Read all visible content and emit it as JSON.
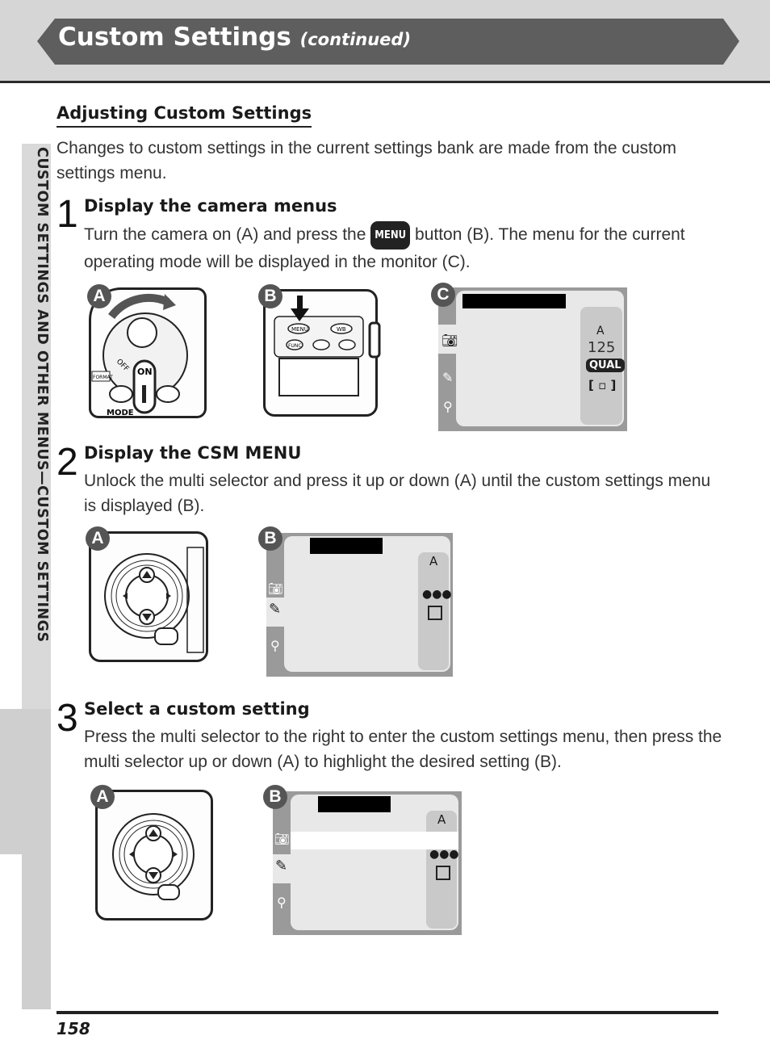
{
  "header": {
    "title": "Custom Settings",
    "subtitle": "(continued)"
  },
  "side_tab": {
    "label": "CUSTOM SETTINGS AND OTHER MENUS—CUSTOM SETTINGS"
  },
  "section": {
    "title": "Adjusting Custom Settings",
    "intro": "Changes to custom settings in the current settings bank are made from the custom settings menu."
  },
  "steps": [
    {
      "number": "1",
      "heading": "Display the camera menus",
      "body_before": "Turn the camera on (A) and press the",
      "button_icon": "MENU",
      "body_after": "button (B). The menu for the current operating mode will be displayed in the monitor (C)."
    },
    {
      "number": "2",
      "heading": "Display the CSM MENU",
      "body": "Unlock the multi selector and press it up or down (A) until the custom settings menu is displayed (B)."
    },
    {
      "number": "3",
      "heading": "Select a custom setting",
      "body": "Press the multi selector to the right to enter the custom settings menu, then press the multi selector up or down (A) to highlight the desired setting (B)."
    }
  ],
  "figures": {
    "step1": {
      "a": {
        "badge": "A",
        "labels": {
          "on": "ON",
          "off": "OFF",
          "mode": "MODE",
          "format": "FORMAT"
        }
      },
      "b": {
        "badge": "B",
        "labels": {
          "menu": "MENU",
          "wb": "WB",
          "func": "FUNC"
        }
      },
      "c": {
        "badge": "C",
        "panel": {
          "mode": "A",
          "shutter": "125",
          "qual": "QUAL",
          "af": "[ ▫ ]"
        }
      }
    },
    "step2": {
      "a": {
        "badge": "A"
      },
      "b": {
        "badge": "B",
        "panel": {
          "mode": "A"
        }
      }
    },
    "step3": {
      "a": {
        "badge": "A"
      },
      "b": {
        "badge": "B",
        "panel": {
          "mode": "A"
        }
      }
    }
  },
  "footer": {
    "page_number": "158"
  }
}
